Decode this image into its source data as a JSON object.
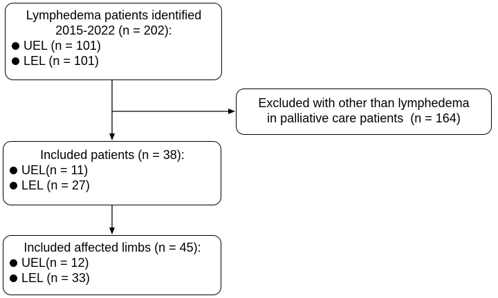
{
  "boxes": {
    "identified": {
      "title_line1": "Lymphedema patients identified",
      "title_line2": "2015-2022 (n = 202):",
      "items": [
        "UEL (n = 101)",
        "LEL (n = 101)"
      ]
    },
    "excluded": {
      "line1": "Excluded with other than lymphedema",
      "line2": "in palliative care patients  (n = 164)"
    },
    "included_patients": {
      "title": "Included patients (n = 38):",
      "items": [
        "UEL(n = 11)",
        "LEL (n = 27)"
      ]
    },
    "included_limbs": {
      "title": "Included affected limbs (n = 45):",
      "items": [
        "UEL(n = 12)",
        "LEL (n = 33)"
      ]
    }
  }
}
